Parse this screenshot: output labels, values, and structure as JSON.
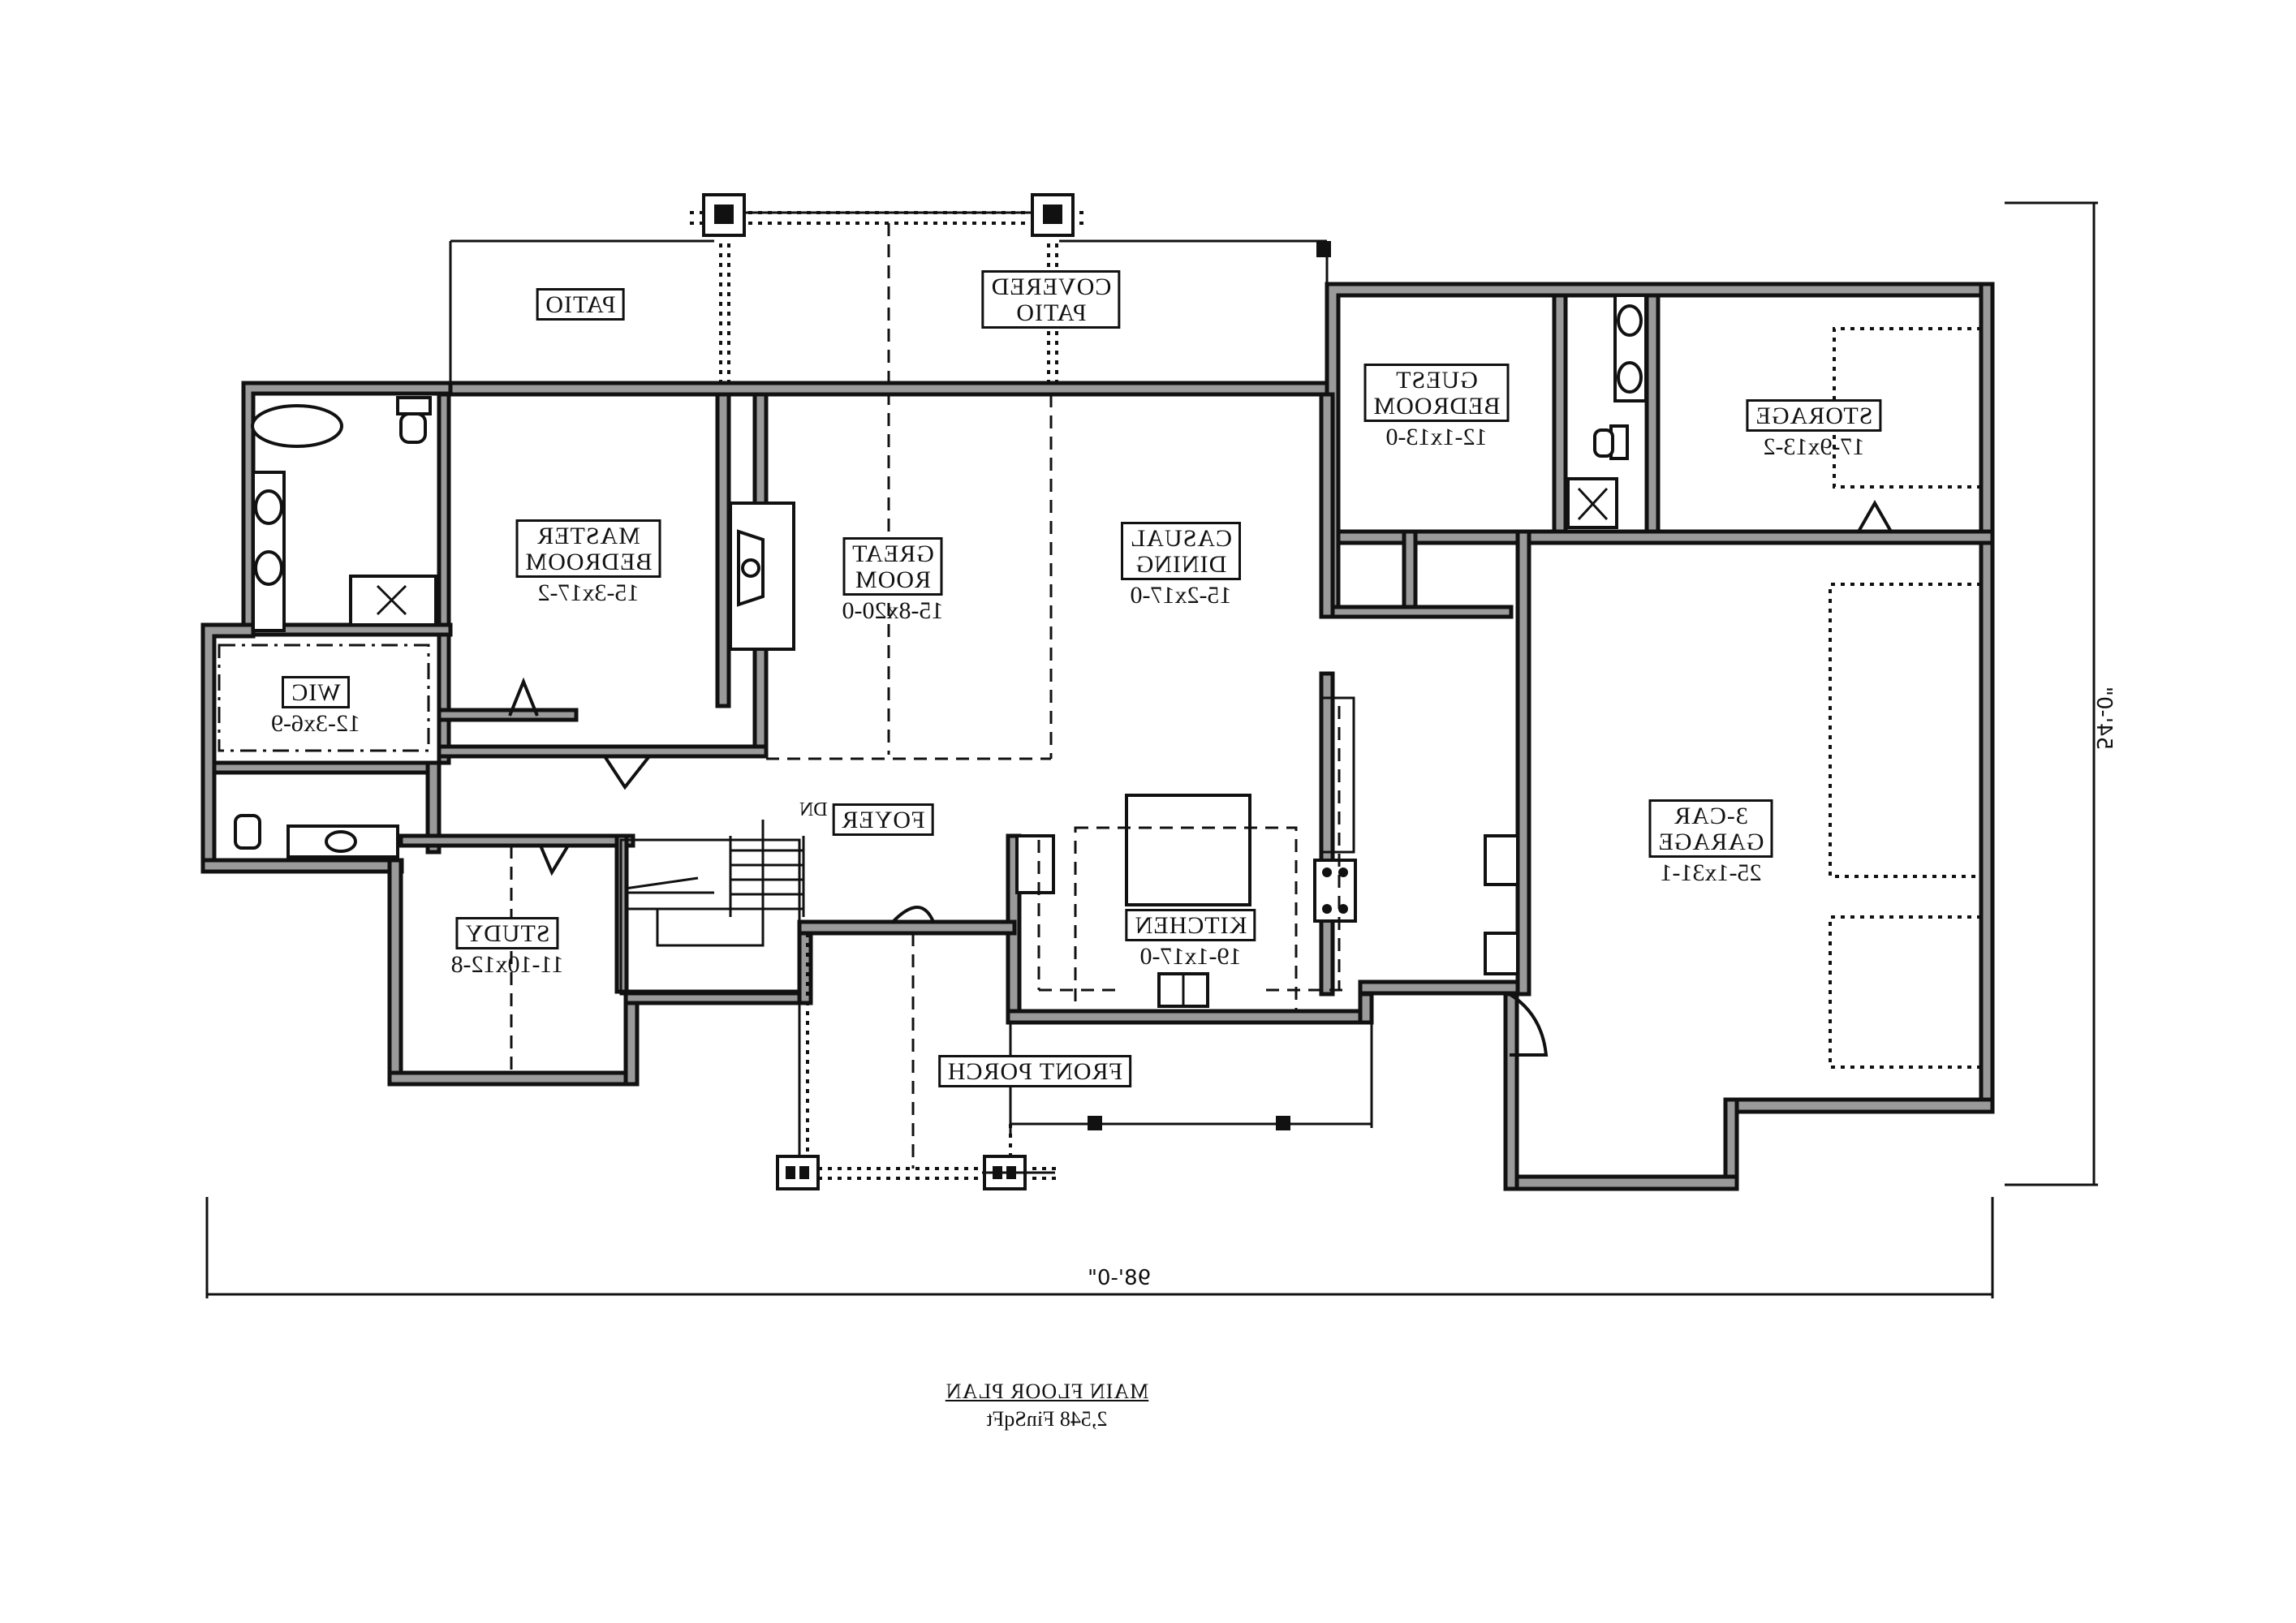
{
  "plan": {
    "title": "MAIN FLOOR PLAN",
    "area": "2,548 FinSqFt",
    "mirrored": true,
    "colors": {
      "wall_fill": "#9a9a9a",
      "wall_outline": "#111111",
      "background": "#ffffff"
    }
  },
  "dimensions": {
    "overall_width": "98'-0\"",
    "overall_depth": "54'-0\""
  },
  "rooms": [
    {
      "id": "patio",
      "name": "PATIO",
      "size": ""
    },
    {
      "id": "covered_patio",
      "name": "COVERED PATIO",
      "line1": "COVERED",
      "line2": "PATIO",
      "size": ""
    },
    {
      "id": "guest_bedroom",
      "name": "GUEST BEDROOM",
      "line1": "GUEST",
      "line2": "BEDROOM",
      "size": "12-1x13-0"
    },
    {
      "id": "storage",
      "name": "STORAGE",
      "size": "17-9x13-2"
    },
    {
      "id": "master_bedroom",
      "name": "MASTER BEDROOM",
      "line1": "MASTER",
      "line2": "BEDROOM",
      "size": "15-3x17-2"
    },
    {
      "id": "great_room",
      "name": "GREAT ROOM",
      "line1": "GREAT",
      "line2": "ROOM",
      "size": "15-8x20-0"
    },
    {
      "id": "casual_dining",
      "name": "CASUAL DINING",
      "line1": "CASUAL",
      "line2": "DINING",
      "size": "15-2x17-0"
    },
    {
      "id": "wic",
      "name": "WIC",
      "size": "12-3x6-9"
    },
    {
      "id": "foyer",
      "name": "FOYER",
      "size": ""
    },
    {
      "id": "study",
      "name": "STUDY",
      "size": "11-10x12-8"
    },
    {
      "id": "kitchen",
      "name": "KITCHEN",
      "size": "19-1x17-0"
    },
    {
      "id": "garage",
      "name": "3-CAR GARAGE",
      "line1": "3-CAR",
      "line2": "GARAGE",
      "size": "25-1x31-1"
    },
    {
      "id": "front_porch",
      "name": "FRONT PORCH",
      "size": ""
    }
  ],
  "annotations": {
    "stair_direction": "DN"
  }
}
